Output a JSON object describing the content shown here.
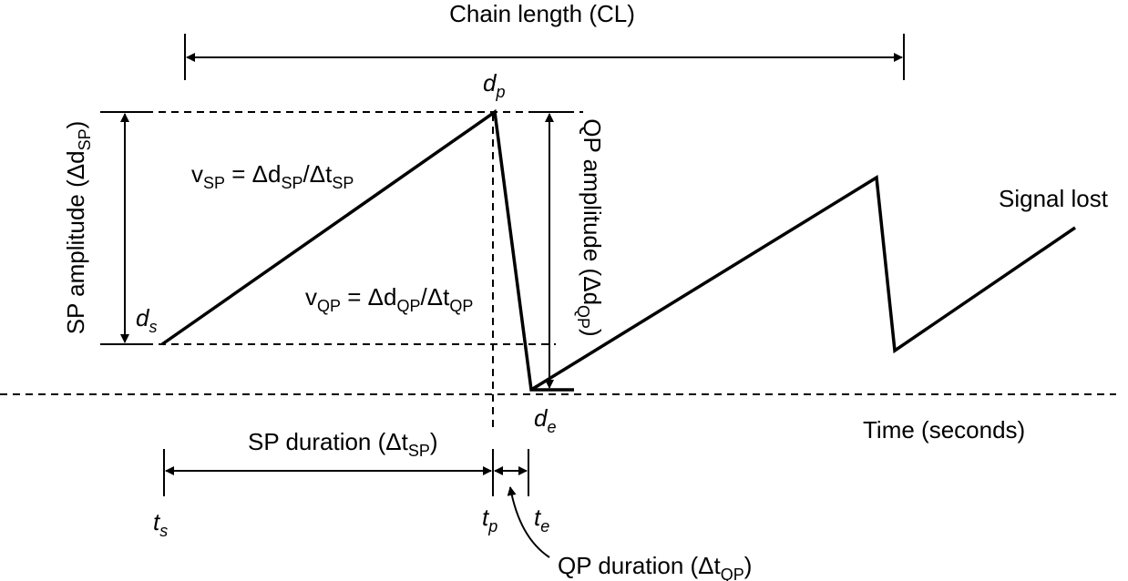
{
  "labels": {
    "chain_length": "Chain length (CL)",
    "sp_amplitude": "SP amplitude (Δd",
    "sp_amplitude_sub": "SP",
    "qp_amplitude": "QP amplitude (Δd",
    "qp_amplitude_sub": "QP",
    "v_sp_v": "v",
    "v_sp_sub": "SP",
    "v_sp_eq": " = Δd",
    "v_sp_sub2": "SP",
    "v_sp_div": "/Δt",
    "v_sp_sub3": "SP",
    "v_qp_v": "v",
    "v_qp_sub": "QP",
    "v_qp_eq": " = Δd",
    "v_qp_sub2": "QP",
    "v_qp_div": "/Δt",
    "v_qp_sub3": "QP",
    "signal_lost": "Signal lost",
    "time_axis": "Time (seconds)",
    "sp_duration": "SP duration (Δt",
    "sp_duration_sub": "SP",
    "qp_duration": "QP duration (Δt",
    "qp_duration_sub": "QP",
    "close_paren": ")"
  },
  "points": {
    "ds": "d",
    "ds_sub": "s",
    "dp": "d",
    "dp_sub": "p",
    "de": "d",
    "de_sub": "e",
    "ts": "t",
    "ts_sub": "s",
    "tp": "t",
    "tp_sub": "p",
    "te": "t",
    "te_sub": "e"
  }
}
